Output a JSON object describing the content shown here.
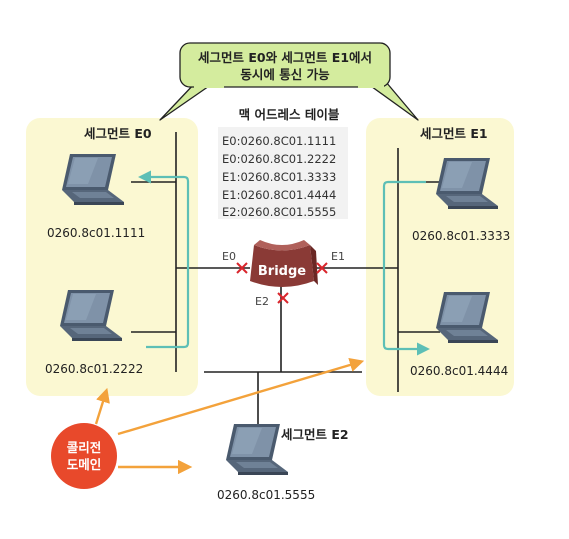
{
  "callout": {
    "line1": "세그먼트 E0와 세그먼트 E1에서",
    "line2": "동시에 통신 가능"
  },
  "mac_table": {
    "title": "맥 어드레스 테이블",
    "rows": [
      "E0:0260.8C01.1111",
      "E0:0260.8C01.2222",
      "E1:0260.8C01.3333",
      "E1:0260.8C01.4444",
      "E2:0260.8C01.5555"
    ]
  },
  "segments": {
    "e0": {
      "title": "세그먼트 E0",
      "host1": "0260.8c01.1111",
      "host2": "0260.8c01.2222"
    },
    "e1": {
      "title": "세그먼트 E1",
      "host1": "0260.8c01.3333",
      "host2": "0260.8c01.4444"
    },
    "e2": {
      "title": "세그먼트 E2",
      "host1": "0260.8c01.5555"
    }
  },
  "bridge": {
    "label": "Bridge",
    "port_e0": "E0",
    "port_e1": "E1",
    "port_e2": "E2"
  },
  "collision_domain": {
    "line1": "콜리전",
    "line2": "도메인"
  },
  "colors": {
    "segment_fill": "#fbf8d2",
    "callout_fill": "#d4ec9e",
    "callout_stroke": "#222222",
    "teal_arrow": "#5dbfb6",
    "orange_arrow": "#f3a23b",
    "collision_fill": "#e8492b",
    "x_mark": "#d9262c",
    "bridge_fill": "#8a3a36",
    "laptop_body": "#4a5a6e",
    "laptop_screen": "#7f92a8",
    "table_bg": "#f2f2f2"
  },
  "icons": [
    "laptop-icon",
    "bridge-icon",
    "x-mark-icon",
    "arrow-icon"
  ]
}
